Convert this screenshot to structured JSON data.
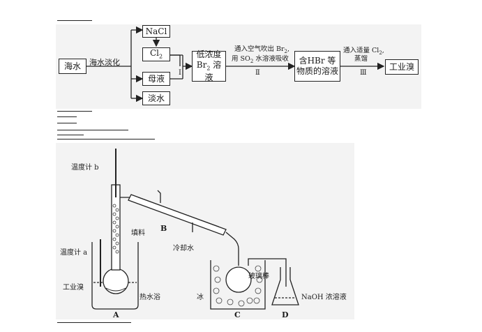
{
  "flow": {
    "source": "海水",
    "step_desalination": "海水淡化",
    "nacl": "NaCl",
    "cl2": "Cl",
    "cl2_sub": "2",
    "mother_liquor": "母液",
    "fresh_water": "淡水",
    "low_br2_line1": "低浓度",
    "low_br2_line2": "Br",
    "low_br2_sub": "2",
    "low_br2_suffix": " 溶液",
    "hbr_line1": "含HBr 等",
    "hbr_line2": "物质的溶液",
    "product": "工业溴",
    "step1": "Ⅰ",
    "step2_line1": "通入空气吹出 Br",
    "step2_line1_sub": "2",
    "step2_line1_end": ",",
    "step2_line2_pre": "用 SO",
    "step2_line2_sub": "2",
    "step2_line2_post": " 水溶液吸收",
    "step2": "Ⅱ",
    "step3_line1_pre": "通入适量 Cl",
    "step3_line1_sub": "2",
    "step3_line1_end": ",",
    "step3_line2": "蒸馏",
    "step3": "Ⅲ"
  },
  "apparatus": {
    "thermometer_b": "温度计 b",
    "packing": "填料",
    "thermometer_a": "温度计 a",
    "industrial_bromine": "工业溴",
    "hot_water_bath": "热水浴",
    "label_a": "A",
    "label_b": "B",
    "cooling_water": "冷却水",
    "ice": "冰",
    "label_c": "C",
    "glass_rod": "玻璃棒",
    "label_d": "D",
    "naoh": "NaOH 浓溶液"
  }
}
